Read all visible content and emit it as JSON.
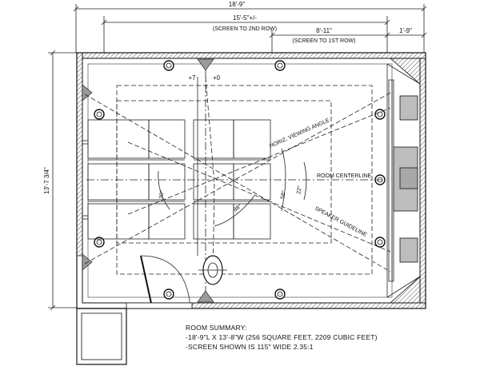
{
  "dimensions": {
    "overall_width": "18'-9\"",
    "screen_to_2nd_row": "15'-5\"+/-",
    "screen_to_2nd_row_note": "(SCREEN TO 2ND ROW)",
    "screen_to_1st_row": "8'-11\"",
    "screen_to_1st_row_note": "(SCREEN TO 1ST ROW)",
    "stage_depth": "1'-9\"",
    "room_depth": "13'-7 3/4\""
  },
  "labels": {
    "plus_seven": "+7",
    "plus_zero": "+0",
    "horiz_viewing_angle": "HORIZ. VIEWING ANGLE",
    "room_centerline": "ROOM CENTERLINE",
    "speaker_guideline": "SPEAKER GUIDELINE"
  },
  "angles": {
    "a30": "30°",
    "a98": "98°",
    "a58": "58°",
    "a22": "22°"
  },
  "summary": {
    "title": "ROOM SUMMARY:",
    "line1": "-18'-9\"L X 13'-8\"W (256 SQUARE FEET, 2209 CUBIC FEET)",
    "line2": "-SCREEN SHOWN IS 115\" WIDE 2.35:1"
  }
}
